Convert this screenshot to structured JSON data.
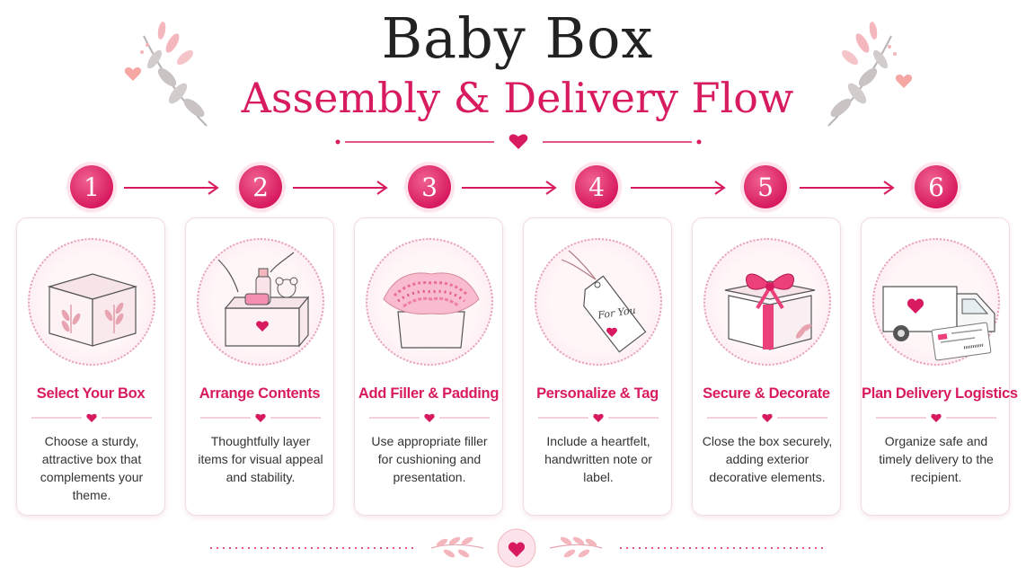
{
  "header": {
    "title": "Baby Box",
    "subtitle": "Assembly & Delivery Flow"
  },
  "colors": {
    "accent": "#d81b60",
    "accent_light": "#fde4ec",
    "text": "#333333"
  },
  "steps": [
    {
      "number": "1",
      "title": "Select Your Box",
      "description": "Choose a sturdy, attractive box that complements your theme.",
      "icon": "open-box-icon"
    },
    {
      "number": "2",
      "title": "Arrange Contents",
      "description": "Thoughtfully layer items for visual appeal and stability.",
      "icon": "hands-arranging-icon"
    },
    {
      "number": "3",
      "title": "Add Filler & Padding",
      "description": "Use appropriate filler for cushioning and presentation.",
      "icon": "filler-box-icon"
    },
    {
      "number": "4",
      "title": "Personalize & Tag",
      "description": "Include a heartfelt, handwritten note or label.",
      "icon": "gift-tag-icon",
      "tag_text": "For You"
    },
    {
      "number": "5",
      "title": "Secure & Decorate",
      "description": "Close the box securely, adding exterior decorative elements.",
      "icon": "ribbon-gift-icon"
    },
    {
      "number": "6",
      "title": "Plan Delivery Logistics",
      "description": "Organize safe and timely delivery to the recipient.",
      "icon": "delivery-van-icon"
    }
  ]
}
